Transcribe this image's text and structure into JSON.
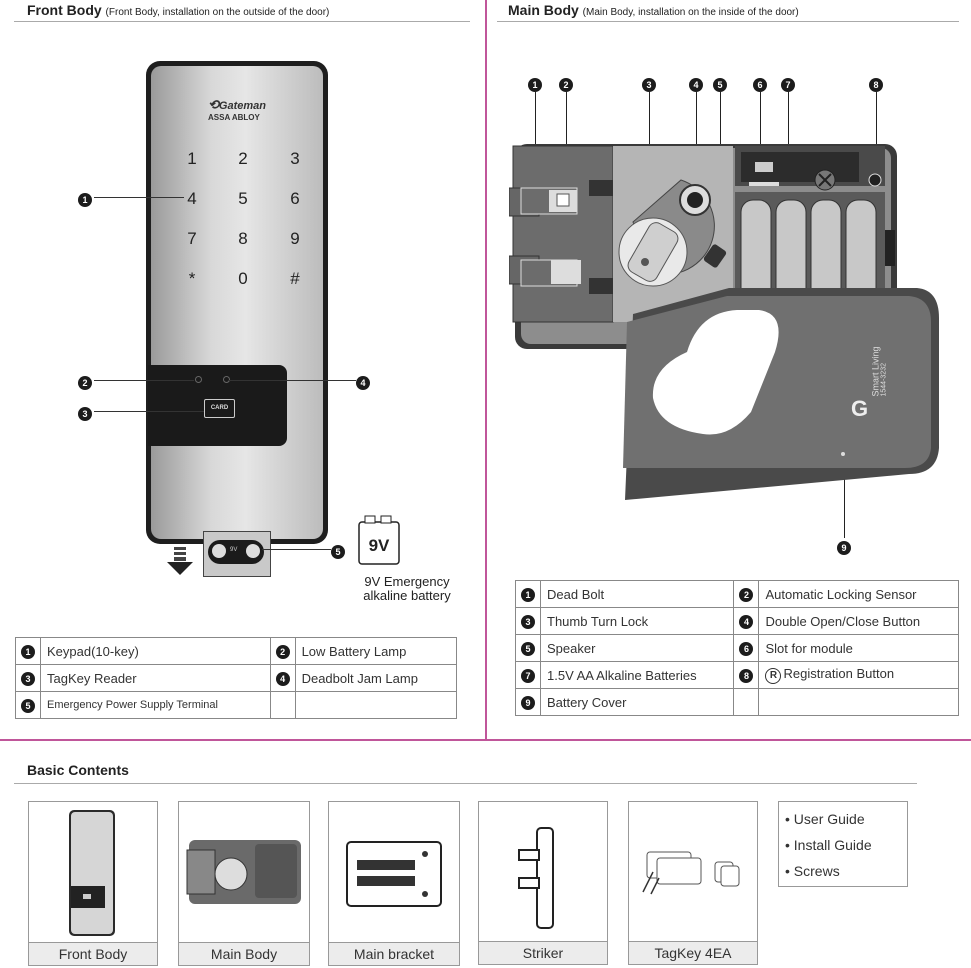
{
  "front": {
    "title": "Front Body",
    "subtitle": "(Front Body, installation on the outside of the door)",
    "brand": "Gateman",
    "brand_sub": "ASSA ABLOY",
    "keys": [
      "1",
      "2",
      "3",
      "4",
      "5",
      "6",
      "7",
      "8",
      "9",
      "*",
      "0",
      "#"
    ],
    "card_label": "CARD",
    "terminal_label": "9V",
    "battery_label": "9V",
    "battery_caption_1": "9V Emergency",
    "battery_caption_2": "alkaline battery",
    "callouts": [
      "1",
      "2",
      "3",
      "4",
      "5"
    ],
    "parts": [
      {
        "num": "1",
        "label": "Keypad(10-key)"
      },
      {
        "num": "2",
        "label": "Low Battery Lamp"
      },
      {
        "num": "3",
        "label": "TagKey Reader"
      },
      {
        "num": "4",
        "label": "Deadbolt Jam Lamp"
      },
      {
        "num": "5",
        "label": "Emergency Power Supply Terminal"
      }
    ]
  },
  "main": {
    "title": "Main Body",
    "subtitle": "(Main Body, installation on the inside of the door)",
    "callouts": [
      "1",
      "2",
      "3",
      "4",
      "5",
      "6",
      "7",
      "8",
      "9"
    ],
    "cover_text_1": "Smart Living",
    "cover_text_2": "1544-3232",
    "cover_brand": "G",
    "parts": [
      {
        "num": "1",
        "label": "Dead Bolt"
      },
      {
        "num": "2",
        "label": "Automatic Locking Sensor"
      },
      {
        "num": "3",
        "label": "Thumb Turn Lock"
      },
      {
        "num": "4",
        "label": "Double Open/Close Button"
      },
      {
        "num": "5",
        "label": "Speaker"
      },
      {
        "num": "6",
        "label": "Slot for module"
      },
      {
        "num": "7",
        "label": "1.5V AA Alkaline Batteries"
      },
      {
        "num": "8",
        "label": "Registration Button"
      },
      {
        "num": "9",
        "label": "Battery Cover"
      }
    ],
    "registration_symbol": "R"
  },
  "contents": {
    "title": "Basic Contents",
    "items": [
      "Front Body",
      "Main Body",
      "Main bracket",
      "Striker",
      "TagKey 4EA"
    ],
    "bullets": [
      "User Guide",
      "Install Guide",
      "Screws"
    ]
  }
}
